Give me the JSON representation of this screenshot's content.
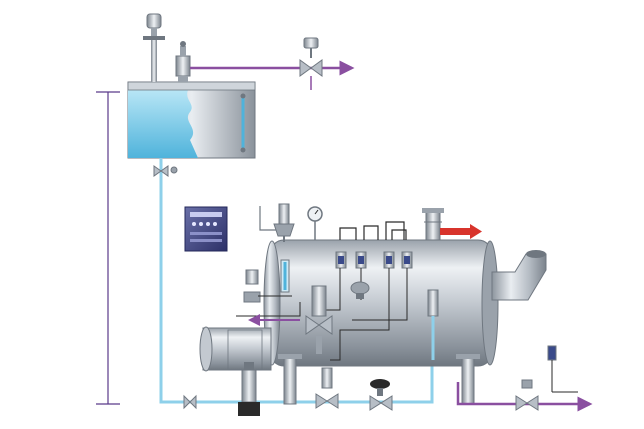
{
  "diagram": {
    "colors": {
      "background": "#ffffff",
      "water": "#8fd3ec",
      "water_dark": "#55b7dc",
      "steel_light": "#e8ecf0",
      "steel_mid": "#b7bec6",
      "steel_dark": "#6f7780",
      "steam_line": "#8a4fa0",
      "drain_line": "#8a4fa0",
      "water_line": "#8ed0ea",
      "control_line": "#2a2a2a",
      "dimension_line": "#5a3a8a",
      "hot_arrow": "#d8342c",
      "panel": "#4a4f8a",
      "panel_dark": "#2c3068"
    },
    "components": [
      {
        "id": "condensate-tank",
        "icon": "tank-icon"
      },
      {
        "id": "tank-level-gauge",
        "icon": "level-gauge-icon"
      },
      {
        "id": "tank-vent-valve",
        "icon": "valve-icon"
      },
      {
        "id": "steam-inlet-valve",
        "icon": "control-valve-icon"
      },
      {
        "id": "control-panel",
        "icon": "control-panel-icon"
      },
      {
        "id": "boiler-shell",
        "icon": "boiler-icon"
      },
      {
        "id": "safety-valve",
        "icon": "safety-valve-icon"
      },
      {
        "id": "pressure-gauge",
        "icon": "pressure-gauge-icon"
      },
      {
        "id": "main-steam-valve",
        "icon": "steam-valve-icon"
      },
      {
        "id": "burner",
        "icon": "burner-icon"
      },
      {
        "id": "feed-pump",
        "icon": "pump-icon"
      },
      {
        "id": "chimney-outlet",
        "icon": "chimney-icon"
      }
    ]
  }
}
